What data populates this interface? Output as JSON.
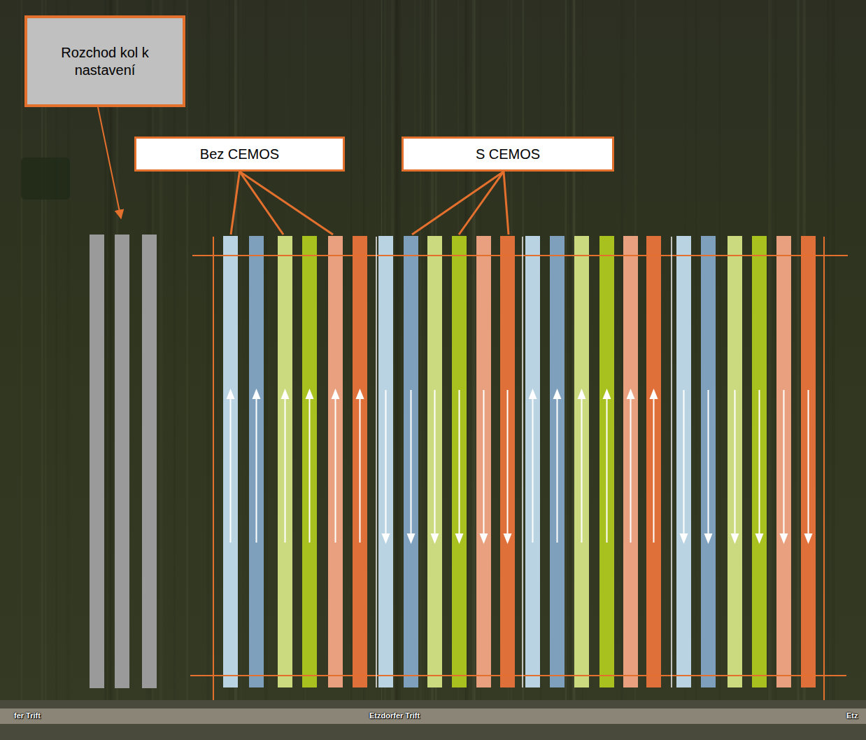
{
  "diagram": {
    "nodes": [
      {
        "text": [
          "Rozchod kol k nastavení"
        ]
      },
      {
        "text": [
          "Bez CEMOS"
        ]
      },
      {
        "text": [
          "S CEMOS"
        ]
      }
    ],
    "labels": [
      "fer Trift",
      "Etzdorfer Trift",
      "Etz"
    ]
  }
}
